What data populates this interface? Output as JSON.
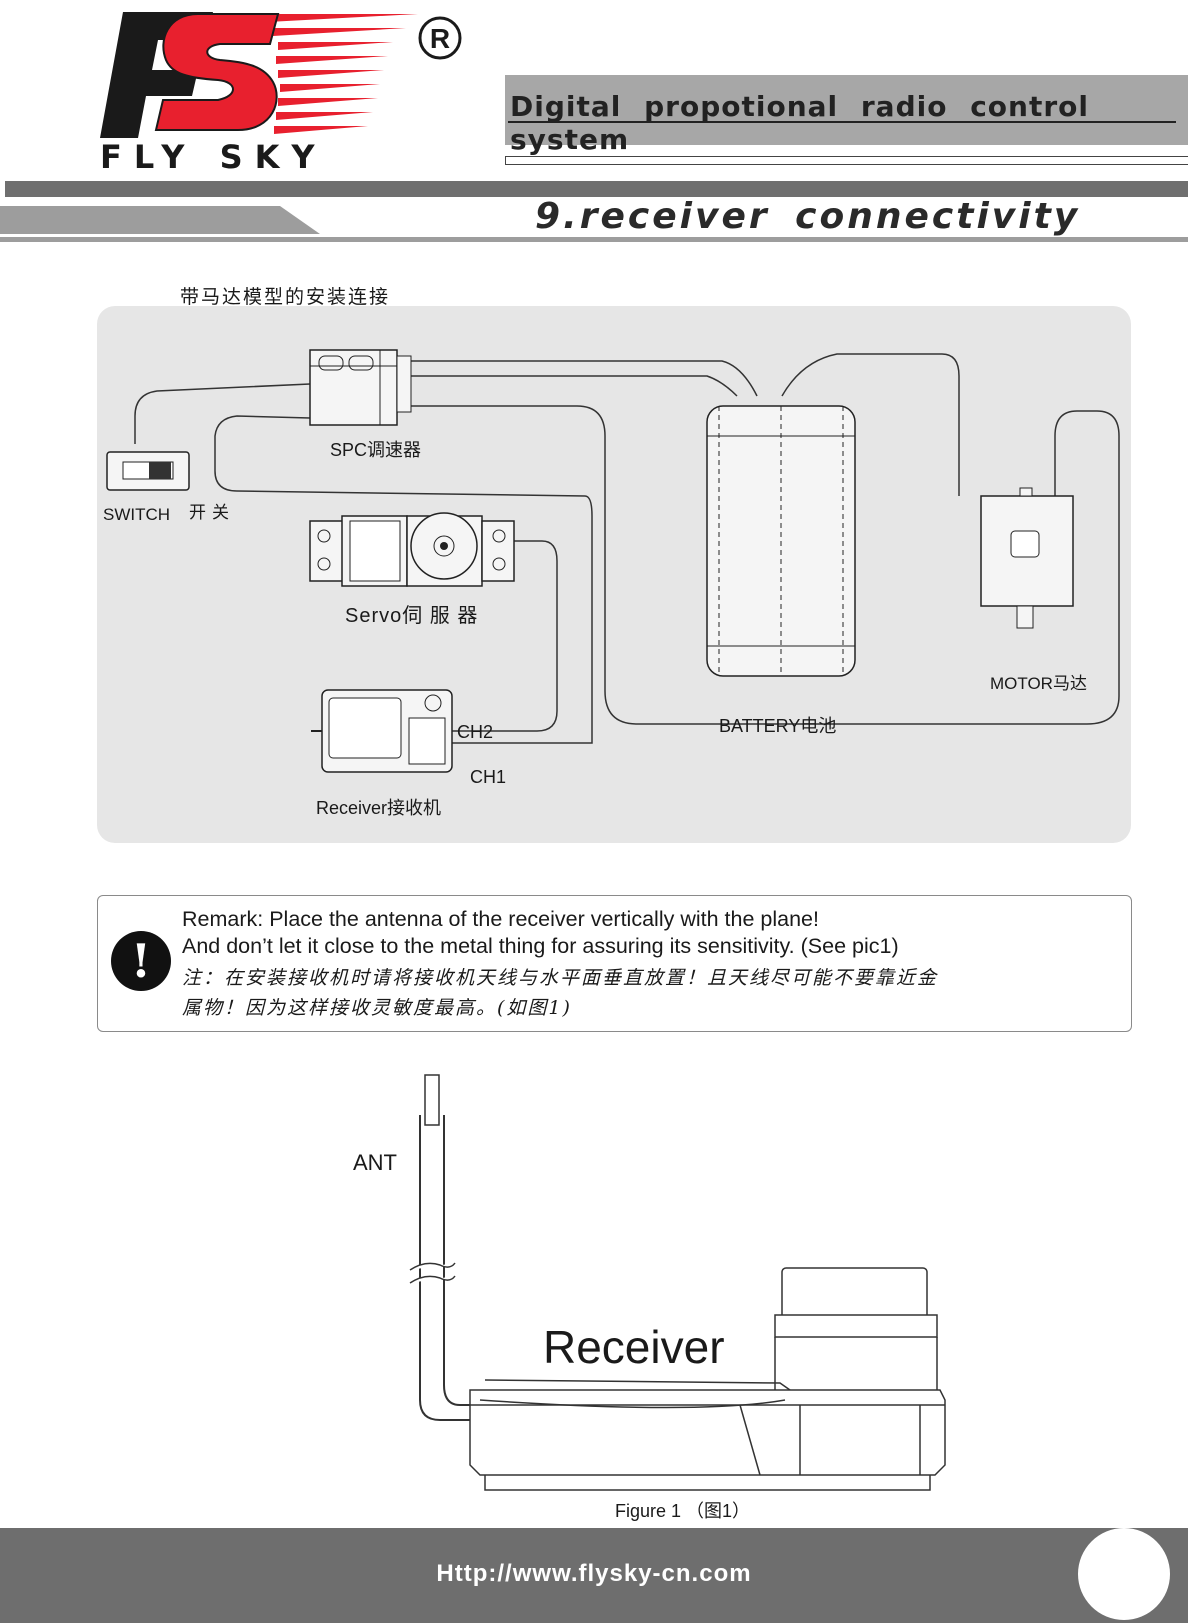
{
  "brand": {
    "logo_initials": "FS",
    "logo_word": "FLY SKY",
    "registered_mark": "®"
  },
  "header": {
    "title": "Digital propotional radio control system"
  },
  "section": {
    "title": "9.receiver connectivity"
  },
  "diagram": {
    "caption": "带马达模型的安装连接",
    "labels": {
      "spc": "SPC调速器",
      "switch": "SWITCH",
      "switch_cn": "开关",
      "servo": "Servo伺 服 器",
      "ch2": "CH2",
      "ch1": "CH1",
      "receiver": "Receiver接收机",
      "battery": "BATTERY电池",
      "motor": "MOTOR马达"
    }
  },
  "remark": {
    "icon_symbol": "!",
    "line1": "Remark: Place the antenna of the receiver vertically with the plane!",
    "line2": "And don’t let it close to the metal thing for assuring its sensitivity. (See pic1)",
    "line3": "注：在安装接收机时请将接收机天线与水平面垂直放置！且天线尽可能不要靠近金",
    "line4": "属物！因为这样接收灵敏度最高。(如图1)"
  },
  "figure": {
    "ant_label": "ANT",
    "receiver_label": "Receiver",
    "caption": "Figure 1 （图1）"
  },
  "footer": {
    "url": "Http://www.flysky-cn.com"
  },
  "colors": {
    "logo_red": "#e8202e",
    "logo_black": "#1a1a1a",
    "band_gray": "#6f6f6f",
    "panel_gray": "#e6e6e6"
  },
  "icons": [
    "exclamation-icon",
    "registered-icon"
  ]
}
